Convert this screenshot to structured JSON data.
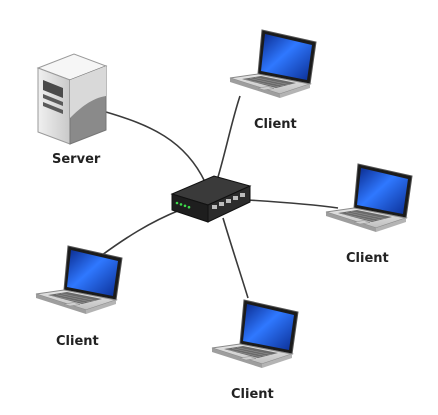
{
  "diagram": {
    "hub": {
      "icon": "network-switch-icon"
    },
    "server": {
      "label": "Server",
      "icon": "server-tower-icon"
    },
    "clients": [
      {
        "label": "Client",
        "icon": "laptop-icon"
      },
      {
        "label": "Client",
        "icon": "laptop-icon"
      },
      {
        "label": "Client",
        "icon": "laptop-icon"
      },
      {
        "label": "Client",
        "icon": "laptop-icon"
      }
    ],
    "colors": {
      "link": "#3a3a3a",
      "screen": "#1f5fd6",
      "laptop_body": "#d8d8d8",
      "switch_body": "#262626",
      "switch_led": "#3ddc4a"
    }
  }
}
